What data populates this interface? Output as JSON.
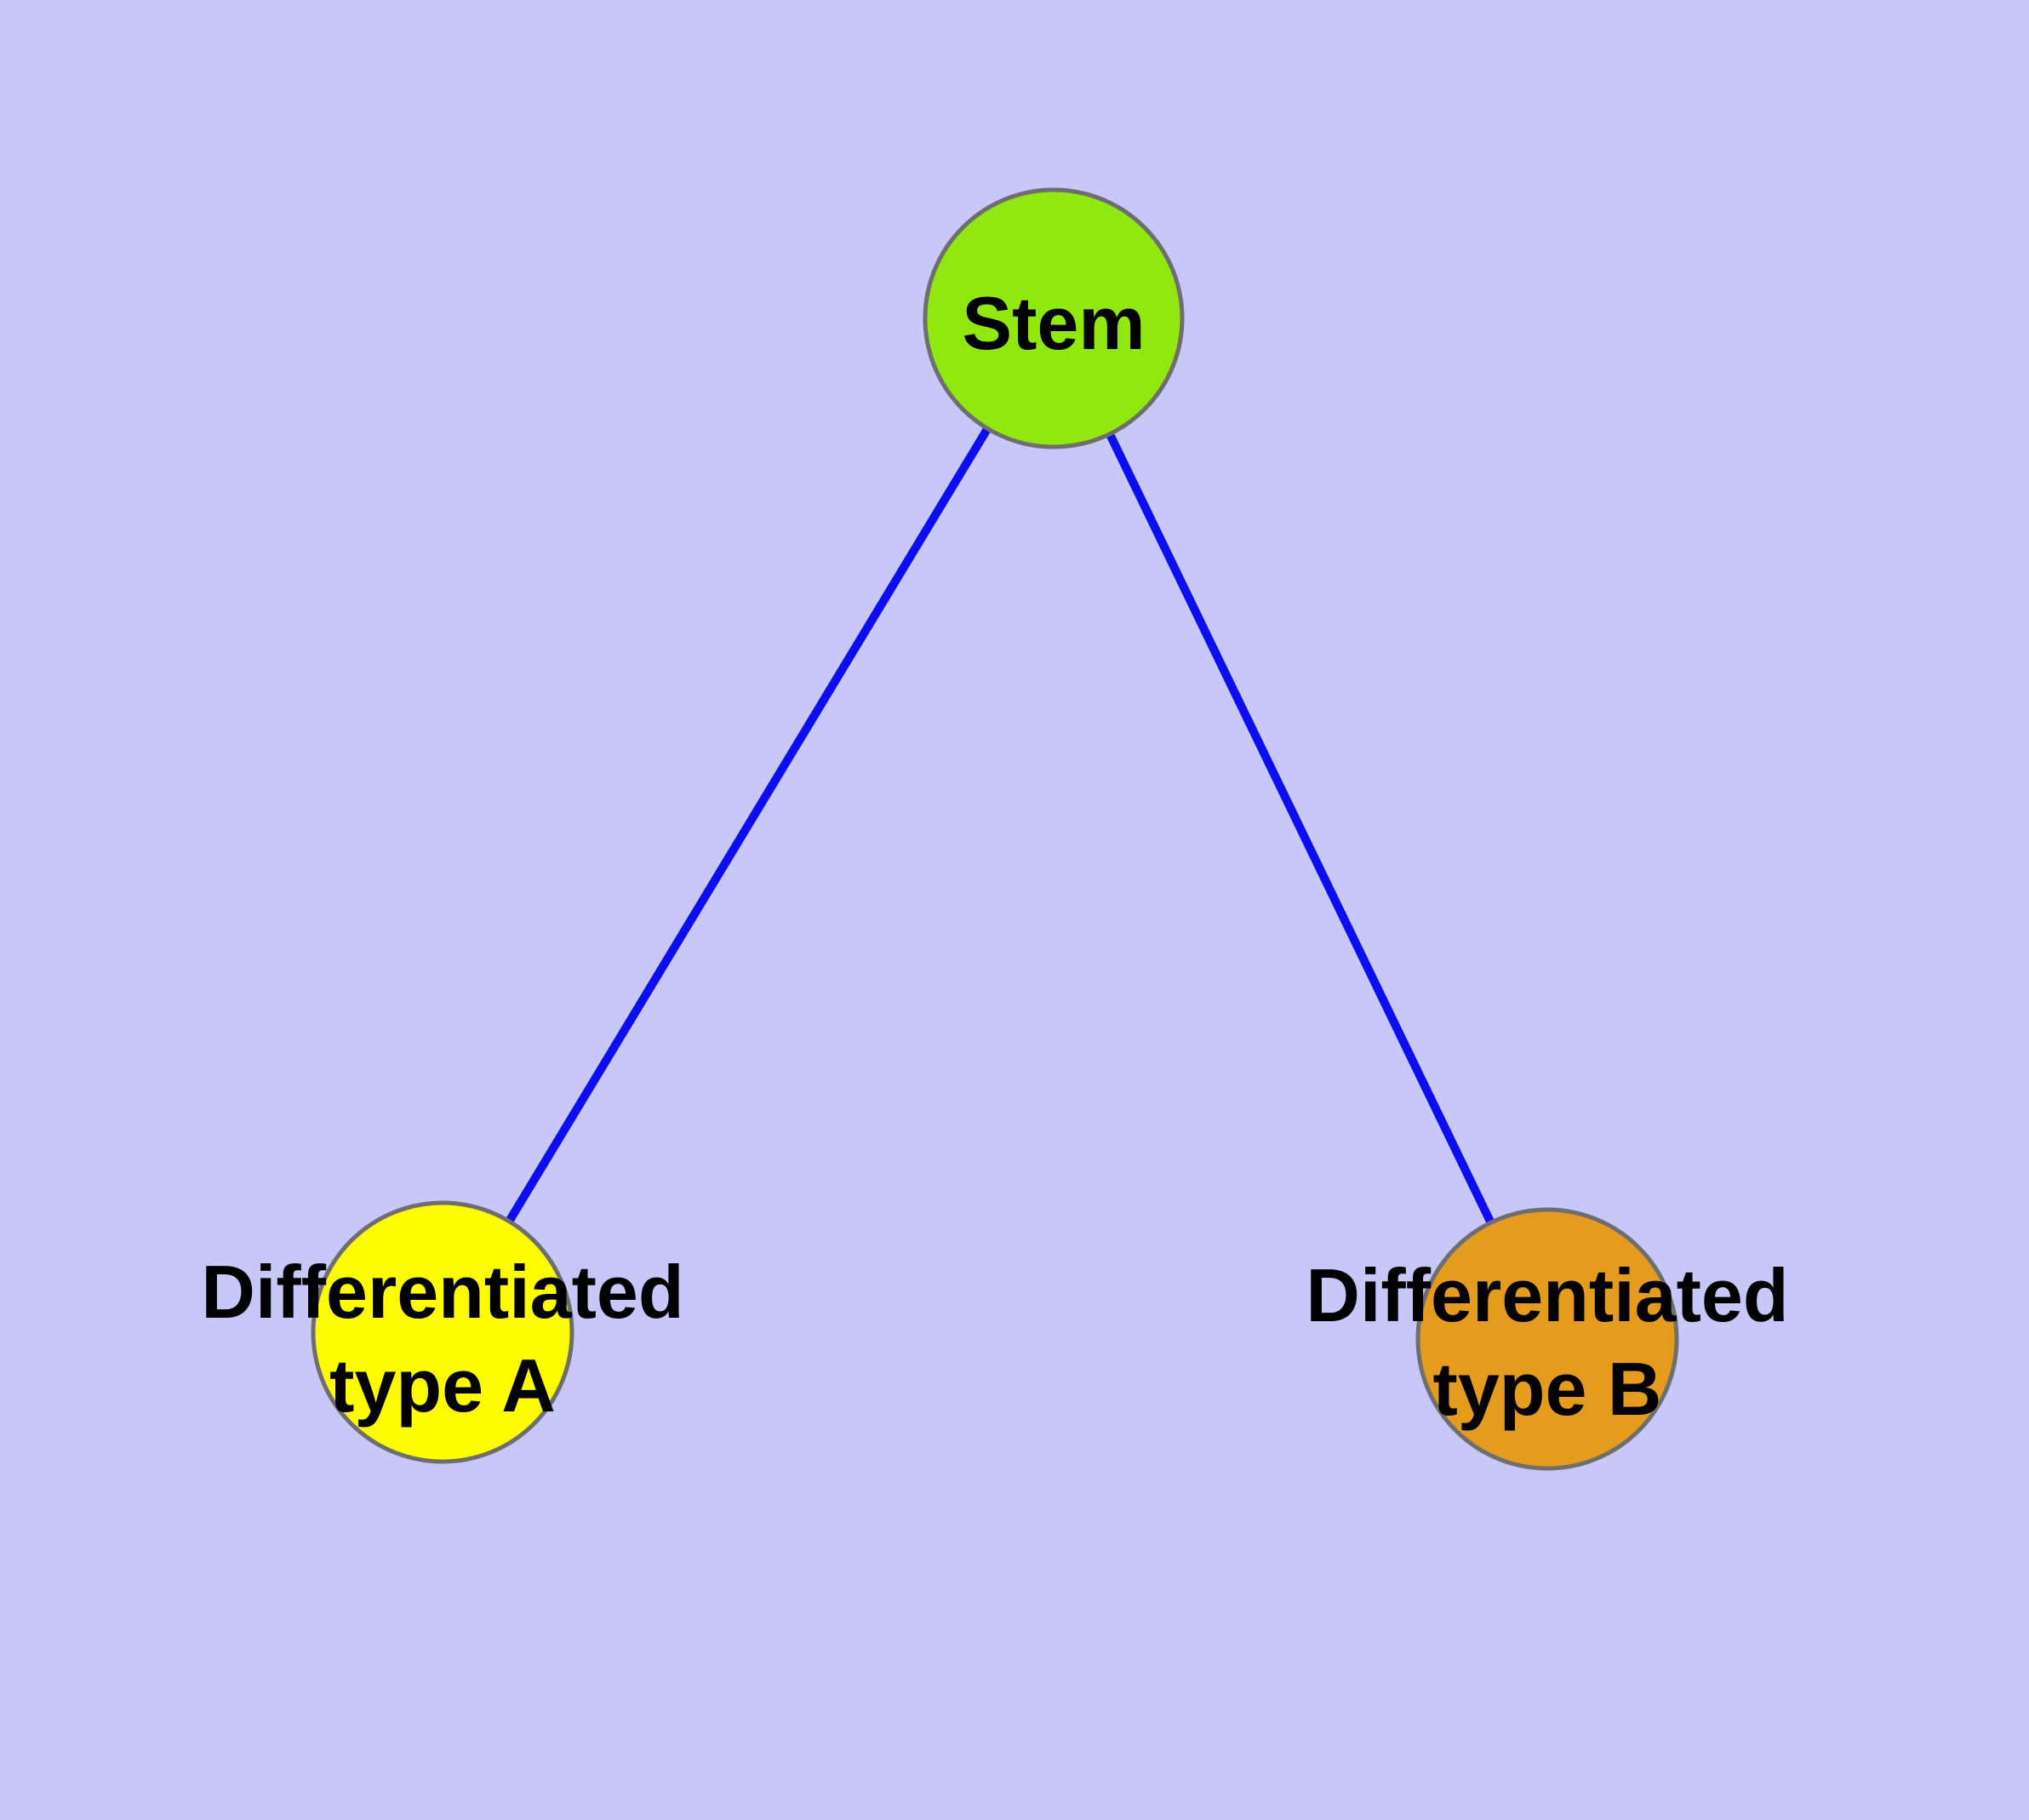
{
  "diagram": {
    "background_color": "#C8C8F8",
    "edge_color": "#0D0DF2",
    "node_border_color": "#6E6E6E",
    "text_color": "#000000",
    "nodes": {
      "stem": {
        "label": "Stem",
        "fill": "#90E80E"
      },
      "diff_a": {
        "label_line1": "Differentiated",
        "label_line2": "type A",
        "fill": "#FDFD00"
      },
      "diff_b": {
        "label_line1": "Differentiated",
        "label_line2": "type B",
        "fill": "#E59B1E"
      }
    },
    "edges": [
      {
        "from": "Stem",
        "to": "Differentiated type A"
      },
      {
        "from": "Stem",
        "to": "Differentiated type B"
      }
    ]
  }
}
